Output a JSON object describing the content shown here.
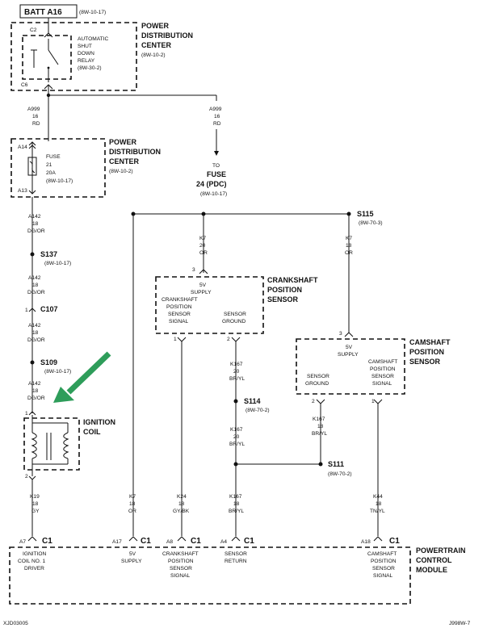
{
  "batt": {
    "label": "BATT A16",
    "ref": "(8W-10-17)"
  },
  "pdc_top": {
    "title": [
      "POWER",
      "DISTRIBUTION",
      "CENTER"
    ],
    "ref": "(8W-10-2)",
    "c2": "C2",
    "c6": "C6"
  },
  "asd_relay": {
    "lines": [
      "AUTOMATIC",
      "SHUT",
      "DOWN",
      "RELAY",
      "(8W-30-2)"
    ]
  },
  "wire_a999_left": [
    "A999",
    "16",
    "RD"
  ],
  "wire_a999_right": [
    "A999",
    "16",
    "RD"
  ],
  "to_fuse": {
    "to": "TO",
    "name": "FUSE",
    "num": "24 (PDC)",
    "ref": "(8W-10-17)"
  },
  "pdc_mid": {
    "title": [
      "POWER",
      "DISTRIBUTION",
      "CENTER"
    ],
    "ref": "(8W-10-2)",
    "a14": "A14",
    "a13": "A13"
  },
  "fuse": {
    "lines": [
      "FUSE",
      "21",
      "20A",
      "(8W-10-17)"
    ]
  },
  "wire_a142_1": [
    "A142",
    "18",
    "DG/OR"
  ],
  "s137": {
    "name": "S137",
    "ref": "(8W-10-17)"
  },
  "wire_a142_2": [
    "A142",
    "18",
    "DG/OR"
  ],
  "c107": {
    "pin": "1",
    "name": "C107"
  },
  "wire_a142_3": [
    "A142",
    "18",
    "DG/OR"
  ],
  "s109": {
    "name": "S109",
    "ref": "(8W-10-17)"
  },
  "wire_a142_4": [
    "A142",
    "18",
    "DG/OR"
  ],
  "ignition_coil": {
    "title": [
      "IGNITION",
      "COIL"
    ],
    "pin1": "1",
    "pin2": "2"
  },
  "wire_k19": [
    "K19",
    "18",
    "GY"
  ],
  "s115": {
    "name": "S115",
    "ref": "(8W-70-3)"
  },
  "wire_k7_mid": [
    "K7",
    "20",
    "OR"
  ],
  "wire_k7_right": [
    "K7",
    "18",
    "OR"
  ],
  "wire_k7_left": [
    "K7",
    "18",
    "OR"
  ],
  "crank": {
    "title": [
      "CRANKSHAFT",
      "POSITION",
      "SENSOR"
    ],
    "supply": [
      "5V",
      "SUPPLY"
    ],
    "signal": [
      "CRANKSHAFT",
      "POSITION",
      "SENSOR",
      "SIGNAL"
    ],
    "ground": [
      "SENSOR",
      "GROUND"
    ],
    "pin3": "3",
    "pin1": "1",
    "pin2": "2"
  },
  "cam": {
    "title": [
      "CAMSHAFT",
      "POSITION",
      "SENSOR"
    ],
    "supply": [
      "5V",
      "SUPPLY"
    ],
    "signal": [
      "CAMSHAFT",
      "POSITION",
      "SENSOR",
      "SIGNAL"
    ],
    "ground": [
      "SENSOR",
      "GROUND"
    ],
    "pin3": "3",
    "pin2": "2",
    "pin1": "1"
  },
  "wire_k167_a": [
    "K167",
    "20",
    "BR/YL"
  ],
  "s114": {
    "name": "S114",
    "ref": "(8W-70-2)"
  },
  "wire_k167_b": [
    "K167",
    "20",
    "BR/YL"
  ],
  "wire_k167_cam": [
    "K167",
    "18",
    "BR/YL"
  ],
  "s111": {
    "name": "S111",
    "ref": "(8W-70-2)"
  },
  "wire_k24": [
    "K24",
    "18",
    "GY/BK"
  ],
  "wire_k167_c": [
    "K167",
    "18",
    "BR/YL"
  ],
  "wire_k44": [
    "K44",
    "18",
    "TN/YL"
  ],
  "pcm": {
    "title": [
      "POWERTRAIN",
      "CONTROL",
      "MODULE"
    ],
    "a7": "A7",
    "a17": "A17",
    "a8": "A8",
    "a4": "A4",
    "a18": "A18",
    "c1": "C1",
    "pin_a7": [
      "IGNITION",
      "COIL NO. 1",
      "DRIVER"
    ],
    "pin_a17": [
      "5V",
      "SUPPLY"
    ],
    "pin_a8": [
      "CRANKSHAFT",
      "POSITION",
      "SENSOR",
      "SIGNAL"
    ],
    "pin_a4": [
      "SENSOR",
      "RETURN"
    ],
    "pin_a18": [
      "CAMSHAFT",
      "POSITION",
      "SENSOR",
      "SIGNAL"
    ]
  },
  "footer": {
    "left": "XJD03005",
    "right": "J998W-7"
  },
  "colors": {
    "ink": "#111111",
    "arrow": "#2e9d5a",
    "background": "#ffffff"
  }
}
